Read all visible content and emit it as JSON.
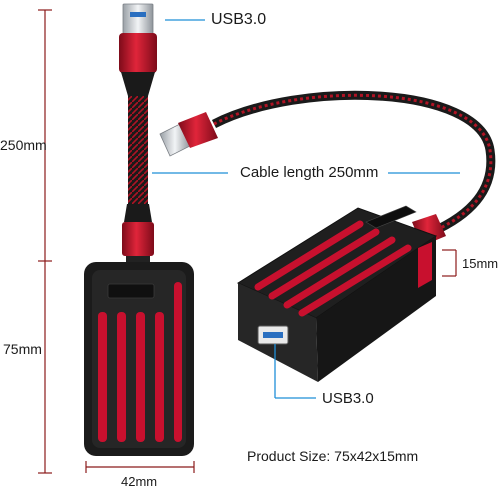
{
  "labels": {
    "usb_top": "USB3.0",
    "length_vertical": "250mm",
    "cable_length": "Cable length 250mm",
    "height": "15mm",
    "body_length": "75mm",
    "usb_port": "USB3.0",
    "width": "42mm",
    "product_size": "Product Size: 75x42x15mm"
  },
  "colors": {
    "accent_red": "#c8102e",
    "dimension_line_blue": "#1f8fd8",
    "dimension_line_dark_red": "#8b1a1a",
    "device_black": "#1b1b1b"
  }
}
